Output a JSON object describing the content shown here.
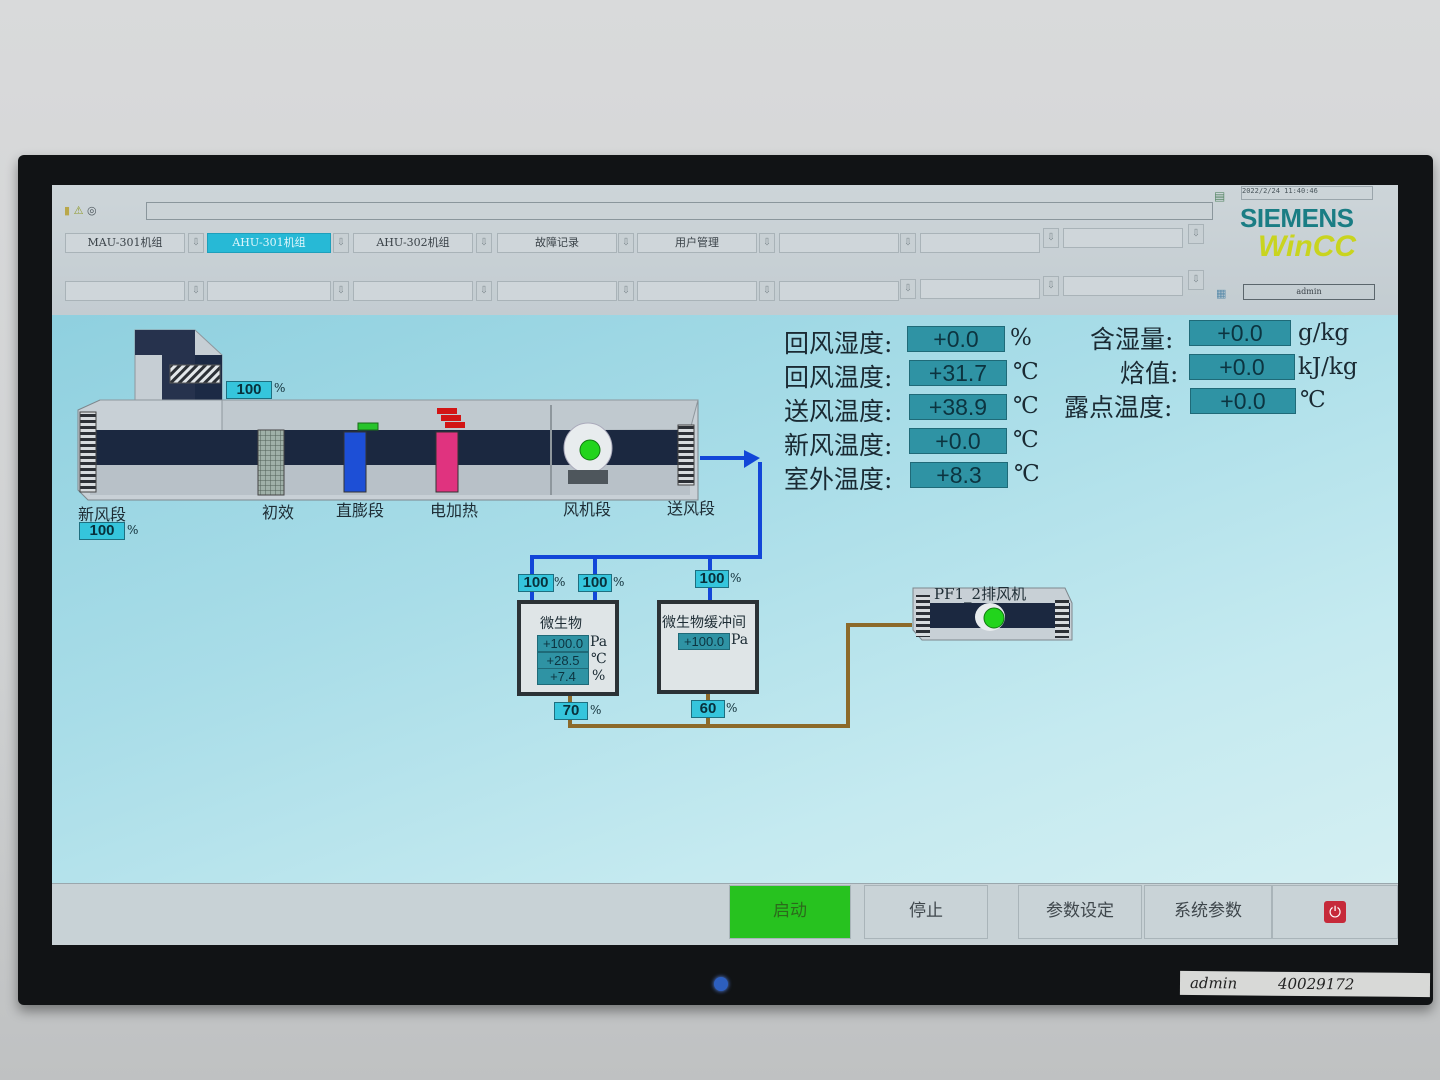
{
  "header": {
    "timestamp": "2022/2/24 11:40:46",
    "brand": "SIEMENS",
    "product": "WinCC",
    "user": "admin",
    "tabs": [
      {
        "label": "MAU-301机组",
        "active": false
      },
      {
        "label": "AHU-301机组",
        "active": true
      },
      {
        "label": "AHU-302机组",
        "active": false
      },
      {
        "label": "故障记录",
        "active": false
      },
      {
        "label": "用户管理",
        "active": false
      },
      {
        "label": "",
        "active": false
      },
      {
        "label": "",
        "active": false
      },
      {
        "label": "",
        "active": false
      }
    ],
    "arrow_glyph": "⇩"
  },
  "ahu": {
    "sections": {
      "fresh_air": "新风段",
      "primary_filter": "初效",
      "dx_coil": "直膨段",
      "electric_heater": "电加热",
      "fan": "风机段",
      "supply": "送风段"
    },
    "return_damper_pct": "100",
    "fresh_damper_pct": "100",
    "pct_unit": "%",
    "fan_status_color": "#22d41c"
  },
  "readings_left": [
    {
      "label": "回风湿度:",
      "value": "+0.0",
      "unit": "%"
    },
    {
      "label": "回风温度:",
      "value": "+31.7",
      "unit": "℃"
    },
    {
      "label": "送风温度:",
      "value": "+38.9",
      "unit": "℃"
    },
    {
      "label": "新风温度:",
      "value": "+0.0",
      "unit": "℃"
    },
    {
      "label": "室外温度:",
      "value": "+8.3",
      "unit": "℃"
    }
  ],
  "readings_right": [
    {
      "label": "含湿量:",
      "value": "+0.0",
      "unit": "g/kg"
    },
    {
      "label": "焓值:",
      "value": "+0.0",
      "unit": "kJ/kg"
    },
    {
      "label": "露点温度:",
      "value": "+0.0",
      "unit": "℃"
    }
  ],
  "rooms": {
    "microbe": {
      "name": "微生物",
      "supply1_pct": "100",
      "supply2_pct": "100",
      "pressure": "+100.0",
      "pressure_unit": "Pa",
      "temperature": "+28.5",
      "temperature_unit": "℃",
      "humidity": "+7.4",
      "humidity_unit": "%",
      "exhaust_pct": "70"
    },
    "buffer": {
      "name": "微生物缓冲间",
      "supply_pct": "100",
      "pressure": "+100.0",
      "pressure_unit": "Pa",
      "exhaust_pct": "60"
    }
  },
  "exhaust_fan": {
    "name": "PF1_2排风机",
    "status_color": "#22d41c"
  },
  "footer": {
    "start": "启动",
    "stop": "停止",
    "param_set": "参数设定",
    "system_params": "系统参数"
  },
  "bezel_note": {
    "user": "admin",
    "number": "40029172"
  },
  "colors": {
    "supply_pipe": "#1246d8",
    "exhaust_pipe": "#8c6a2a",
    "start_active": "#27c21f",
    "active_tab": "#27b9d6"
  }
}
